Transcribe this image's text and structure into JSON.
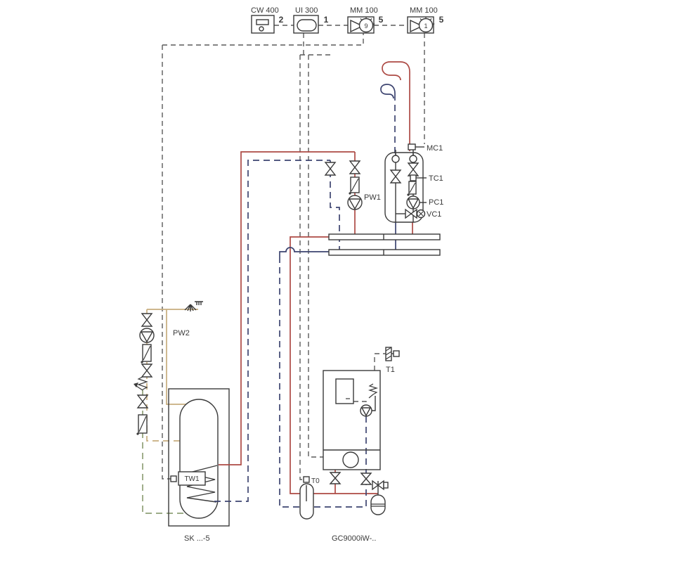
{
  "diagram": {
    "colors": {
      "flow": "#ad4a44",
      "return": "#3d4470",
      "dhw": "#c7ad7e",
      "cold": "#8fa077",
      "bus": "#5a5a5a",
      "line": "#3a3a3a"
    },
    "modules": [
      {
        "label": "CW 400",
        "addr": "2"
      },
      {
        "label": "UI 300",
        "addr": "1"
      },
      {
        "label": "MM 100",
        "addr": "5",
        "dial": "9"
      },
      {
        "label": "MM 100",
        "addr": "5",
        "dial": "1"
      }
    ],
    "labels": {
      "mc1": "MC1",
      "tc1": "TC1",
      "pc1": "PC1",
      "vc1": "VC1",
      "pw1": "PW1",
      "pw2": "PW2",
      "t0": "T0",
      "t1": "T1",
      "tw1": "TW1"
    },
    "equipment": {
      "tank": "SK ...-5",
      "boiler": "GC9000iW-.."
    }
  }
}
